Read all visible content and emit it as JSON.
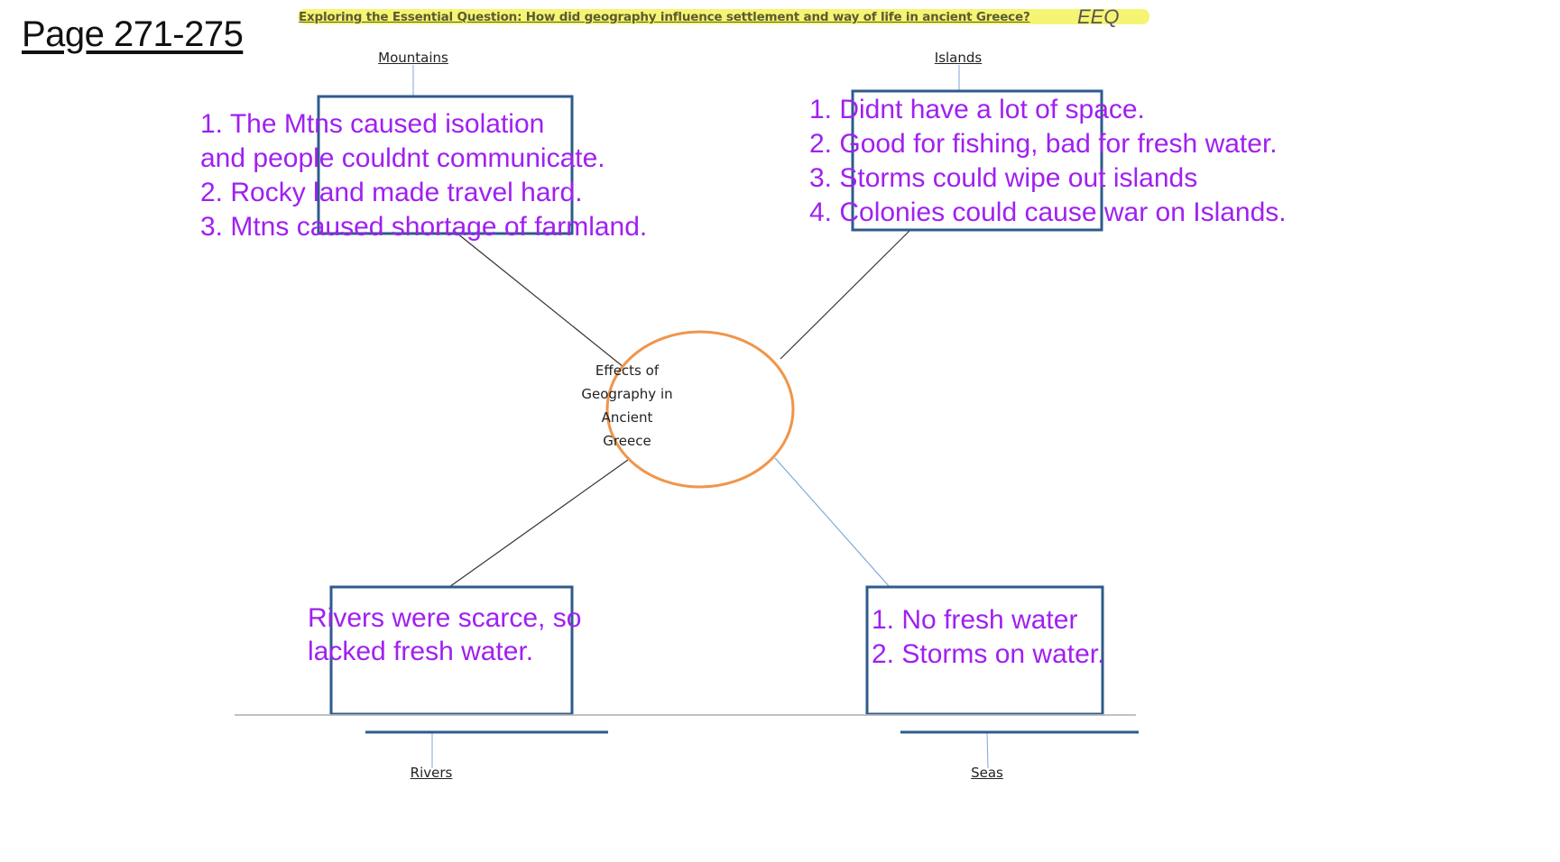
{
  "page_ref": "Page 271-275",
  "essential_question": "Exploring the Essential Question: How did geography influence settlement and way of life in ancient Greece?",
  "eeq_note": "EEQ",
  "colors": {
    "box_stroke": "#2e5b8c",
    "ellipse_stroke": "#f0954a",
    "connector": "#333333",
    "connector_light": "#7fa8d8",
    "handwriting": "#a020f0",
    "highlight": "#f3f35a"
  },
  "center": {
    "lines": [
      "Effects of",
      "Geography in",
      "Ancient",
      "Greece"
    ]
  },
  "categories": {
    "mountains": "Mountains",
    "islands": "Islands",
    "rivers": "Rivers",
    "seas": "Seas"
  },
  "notes": {
    "mountains": [
      "1. The Mtns caused isolation",
      "and people couldnt communicate.",
      "2. Rocky land made travel hard.",
      "3. Mtns caused shortage of farmland."
    ],
    "islands": [
      "1. Didnt have a lot of space.",
      "2. Good for fishing, bad for fresh water.",
      "3. Storms could wipe out islands",
      "4. Colonies could cause war on Islands."
    ],
    "rivers": [
      "Rivers were scarce, so",
      "lacked fresh water."
    ],
    "seas": [
      "1. No fresh water",
      "2. Storms on water."
    ]
  }
}
